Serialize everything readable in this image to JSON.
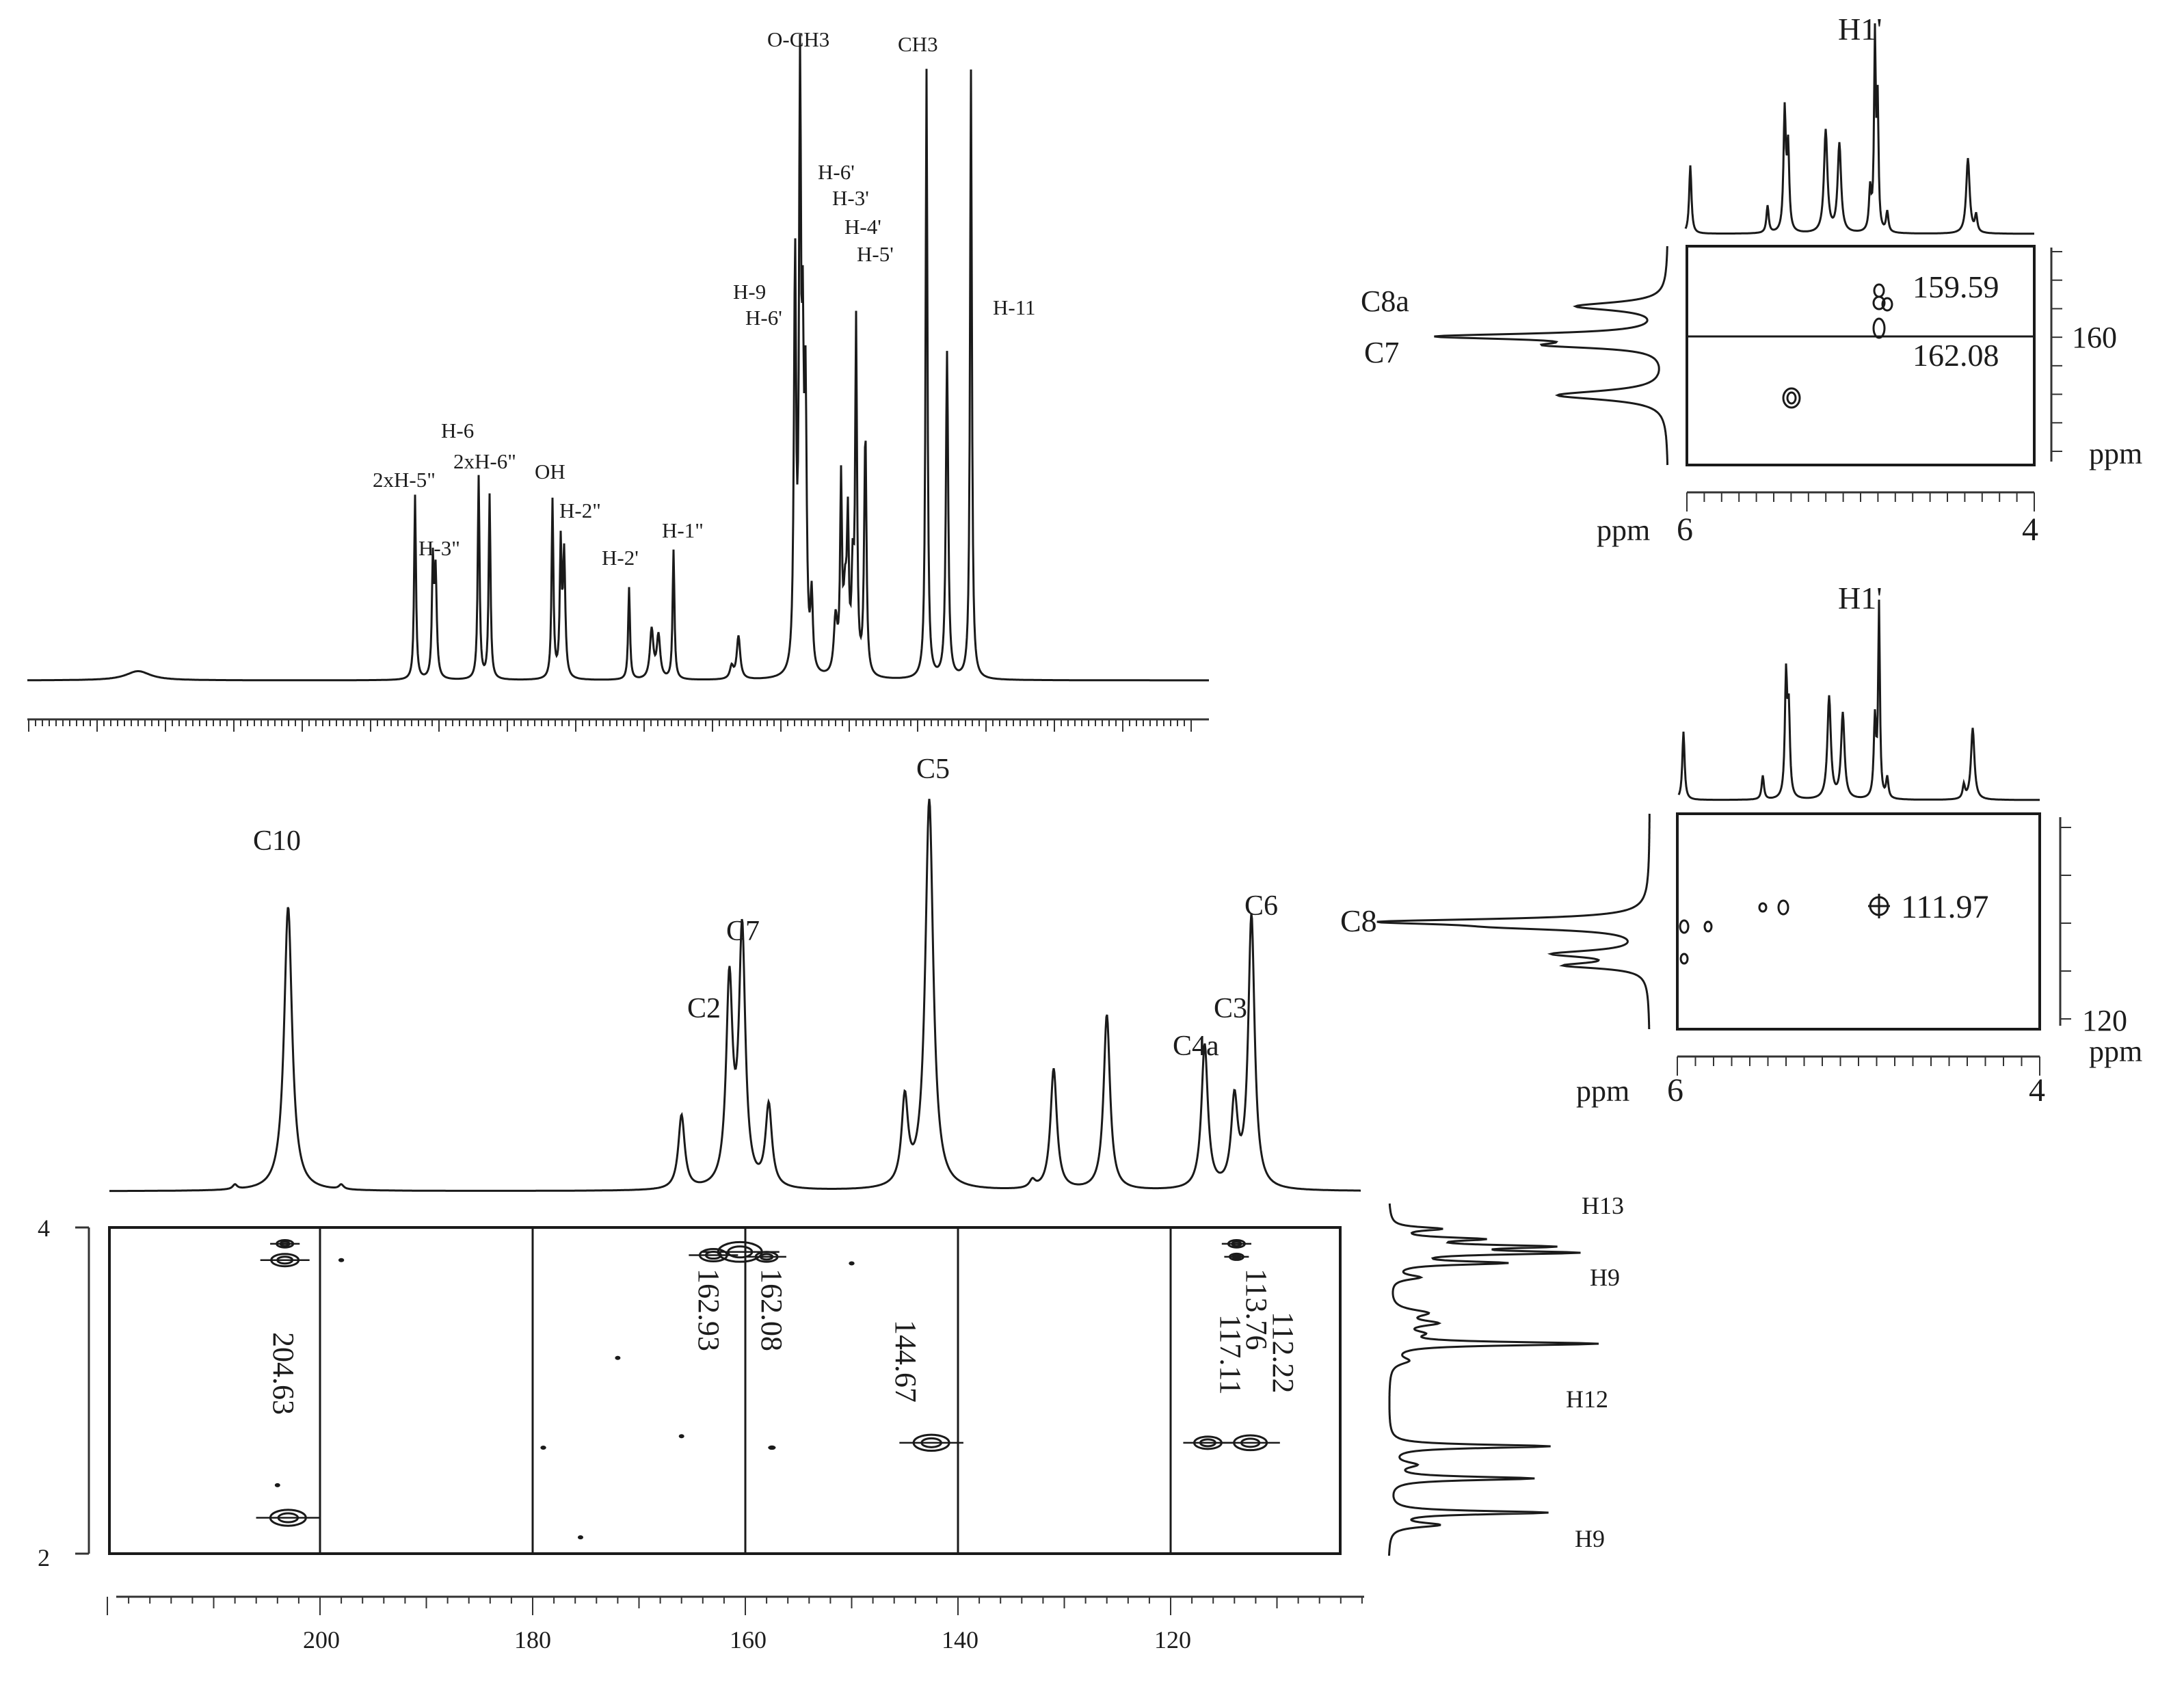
{
  "chart_data": [
    {
      "id": "h1_spectrum",
      "type": "line",
      "title": "",
      "xlabel": "",
      "ylabel": "",
      "x_reversed": true,
      "grid": false,
      "peaks": [
        {
          "label": "2xH-5\"",
          "height": 0.3
        },
        {
          "label": "H-3\"",
          "height": 0.18
        },
        {
          "label": "H-6",
          "height": 0.33
        },
        {
          "label": "2xH-6\"",
          "height": 0.3
        },
        {
          "label": "OH",
          "height": 0.29
        },
        {
          "label": "H-2\"",
          "height": 0.21
        },
        {
          "label": "H-2'",
          "height": 0.15
        },
        {
          "label": "H-1\"",
          "height": 0.21
        },
        {
          "label": "H-9",
          "height": 0.45
        },
        {
          "label": "H-6'",
          "height": 0.43
        },
        {
          "label": "O-CH3",
          "height": 1.0
        },
        {
          "label": "H-6'",
          "height": 0.56
        },
        {
          "label": "H-3'",
          "height": 0.3
        },
        {
          "label": "H-4'",
          "height": 0.22
        },
        {
          "label": "H-5'",
          "height": 0.2
        },
        {
          "label": "CH3",
          "height": 0.99
        },
        {
          "label": "H-11",
          "height": 0.99
        }
      ]
    },
    {
      "id": "c13_spectrum",
      "type": "line",
      "xlabel": "",
      "ylabel": "",
      "xlim": [
        220,
        102
      ],
      "x_ticks": [
        200,
        180,
        160,
        140,
        120
      ],
      "grid": false,
      "peaks": [
        {
          "label": "C10",
          "x": 203.0,
          "height": 0.73
        },
        {
          "label": "",
          "x": 166.0,
          "height": 0.19
        },
        {
          "label": "C2",
          "x": 161.5,
          "height": 0.52
        },
        {
          "label": "C7",
          "x": 160.3,
          "height": 0.65
        },
        {
          "label": "",
          "x": 157.8,
          "height": 0.21
        },
        {
          "label": "",
          "x": 145.0,
          "height": 0.22
        },
        {
          "label": "C5",
          "x": 142.7,
          "height": 1.0
        },
        {
          "label": "",
          "x": 131.0,
          "height": 0.31
        },
        {
          "label": "",
          "x": 126.0,
          "height": 0.45
        },
        {
          "label": "C4a",
          "x": 116.8,
          "height": 0.37
        },
        {
          "label": "C3",
          "x": 114.0,
          "height": 0.22
        },
        {
          "label": "C6",
          "x": 112.4,
          "height": 0.7
        }
      ]
    },
    {
      "id": "hmbc_main",
      "type": "scatter",
      "xlim": [
        220,
        102
      ],
      "ylim": [
        4,
        2
      ],
      "y_ticks": [
        4,
        2
      ],
      "x_ticks": [
        200,
        180,
        160,
        140,
        120
      ],
      "vertical_lines_x": [
        200,
        180,
        160,
        140,
        120
      ],
      "correlation_labels": [
        {
          "text": "204.63",
          "x": 203.3,
          "y": 3.0
        },
        {
          "text": "162.93",
          "x": 164.6,
          "y": 3.25
        },
        {
          "text": "162.08",
          "x": 158.8,
          "y": 3.25
        },
        {
          "text": "144.67",
          "x": 146.3,
          "y": 3.05
        },
        {
          "text": "113.76",
          "x": 115.2,
          "y": 3.2
        },
        {
          "text": "117.11",
          "x": 117.0,
          "y": 3.05
        },
        {
          "text": "112.22",
          "x": 111.2,
          "y": 3.1
        }
      ],
      "cross_peaks": [
        {
          "x": 203.3,
          "y": 3.8,
          "size": 1.0
        },
        {
          "x": 203.3,
          "y": 3.9,
          "size": 0.6
        },
        {
          "x": 203.0,
          "y": 2.22,
          "size": 1.3
        },
        {
          "x": 198.0,
          "y": 3.8,
          "size": 0.3
        },
        {
          "x": 160.5,
          "y": 3.85,
          "size": 1.6
        },
        {
          "x": 163.0,
          "y": 3.83,
          "size": 1.0
        },
        {
          "x": 158.0,
          "y": 3.82,
          "size": 0.8
        },
        {
          "x": 157.5,
          "y": 2.65,
          "size": 0.4
        },
        {
          "x": 150.0,
          "y": 3.78,
          "size": 0.3
        },
        {
          "x": 142.5,
          "y": 2.68,
          "size": 1.3
        },
        {
          "x": 116.5,
          "y": 2.68,
          "size": 1.0
        },
        {
          "x": 112.5,
          "y": 2.68,
          "size": 1.2
        },
        {
          "x": 113.8,
          "y": 3.9,
          "size": 0.6
        },
        {
          "x": 113.8,
          "y": 3.82,
          "size": 0.5
        },
        {
          "x": 179.0,
          "y": 2.65,
          "size": 0.3
        },
        {
          "x": 175.5,
          "y": 2.1,
          "size": 0.2
        },
        {
          "x": 166.0,
          "y": 2.72,
          "size": 0.2
        },
        {
          "x": 172.0,
          "y": 3.2,
          "size": 0.15
        },
        {
          "x": 204.0,
          "y": 2.42,
          "size": 0.2
        }
      ],
      "side_projection_labels": [
        "H13",
        "H9",
        "H12",
        "H9"
      ]
    },
    {
      "id": "hmbc_upper_right",
      "type": "scatter",
      "top_label": "H1'",
      "xlim": [
        6,
        4
      ],
      "x_ticks": [
        6,
        4
      ],
      "xlabel": "ppm",
      "y_tick": 160,
      "ylabel": "ppm",
      "left_labels": [
        "C8a",
        "C7"
      ],
      "correlation_labels": [
        "159.59",
        "162.08"
      ],
      "horizontal_line_y": 160
    },
    {
      "id": "hmbc_lower_right",
      "type": "scatter",
      "top_label": "H1'",
      "xlim": [
        6,
        4
      ],
      "x_ticks": [
        6,
        4
      ],
      "xlabel": "ppm",
      "y_tick": 120,
      "ylabel": "ppm",
      "left_labels": [
        "C8"
      ],
      "correlation_labels": [
        "111.97"
      ]
    }
  ]
}
